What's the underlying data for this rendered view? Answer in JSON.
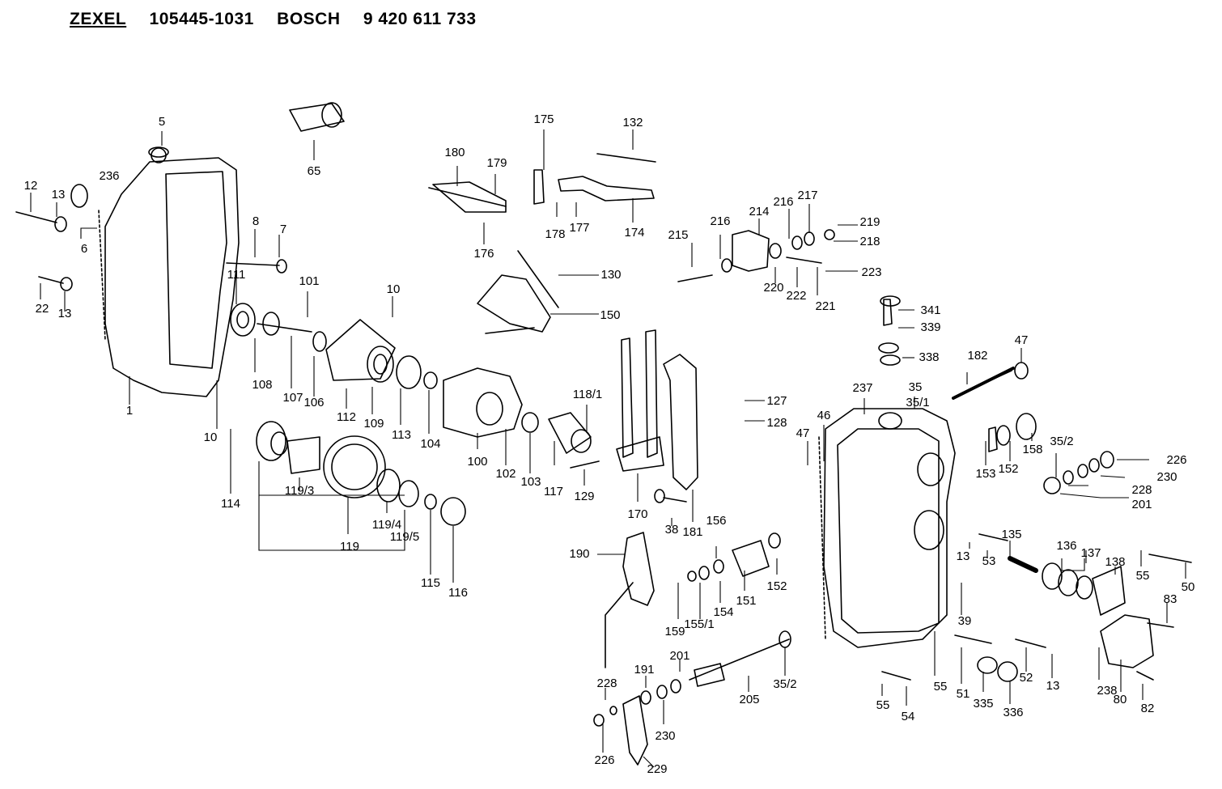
{
  "header": {
    "brand": "ZEXEL",
    "part_number": "105445-1031",
    "oem_brand": "BOSCH",
    "oem_number": "9 420 611 733"
  },
  "callouts": [
    "5",
    "236",
    "12",
    "13",
    "6",
    "8",
    "7",
    "65",
    "22",
    "13",
    "111",
    "101",
    "10",
    "1",
    "108",
    "107",
    "106",
    "112",
    "109",
    "113",
    "104",
    "10",
    "114",
    "119/3",
    "119",
    "119/4",
    "119/5",
    "115",
    "116",
    "100",
    "102",
    "103",
    "117",
    "118/1",
    "129",
    "170",
    "181",
    "180",
    "179",
    "175",
    "176",
    "178",
    "177",
    "174",
    "132",
    "130",
    "150",
    "127",
    "128",
    "216",
    "214",
    "216",
    "217",
    "219",
    "218",
    "215",
    "220",
    "222",
    "221",
    "223",
    "341",
    "339",
    "338",
    "182",
    "47",
    "237",
    "35",
    "35/1",
    "47",
    "46",
    "153",
    "152",
    "158",
    "35/2",
    "226",
    "230",
    "228",
    "201",
    "38",
    "156",
    "152",
    "154",
    "151",
    "155/1",
    "159",
    "190",
    "13",
    "53",
    "135",
    "136",
    "137",
    "138",
    "55",
    "50",
    "39",
    "83",
    "238",
    "80",
    "82",
    "55",
    "51",
    "335",
    "336",
    "52",
    "13",
    "55",
    "54",
    "205",
    "35/2",
    "201",
    "191",
    "230",
    "228",
    "226",
    "229"
  ]
}
